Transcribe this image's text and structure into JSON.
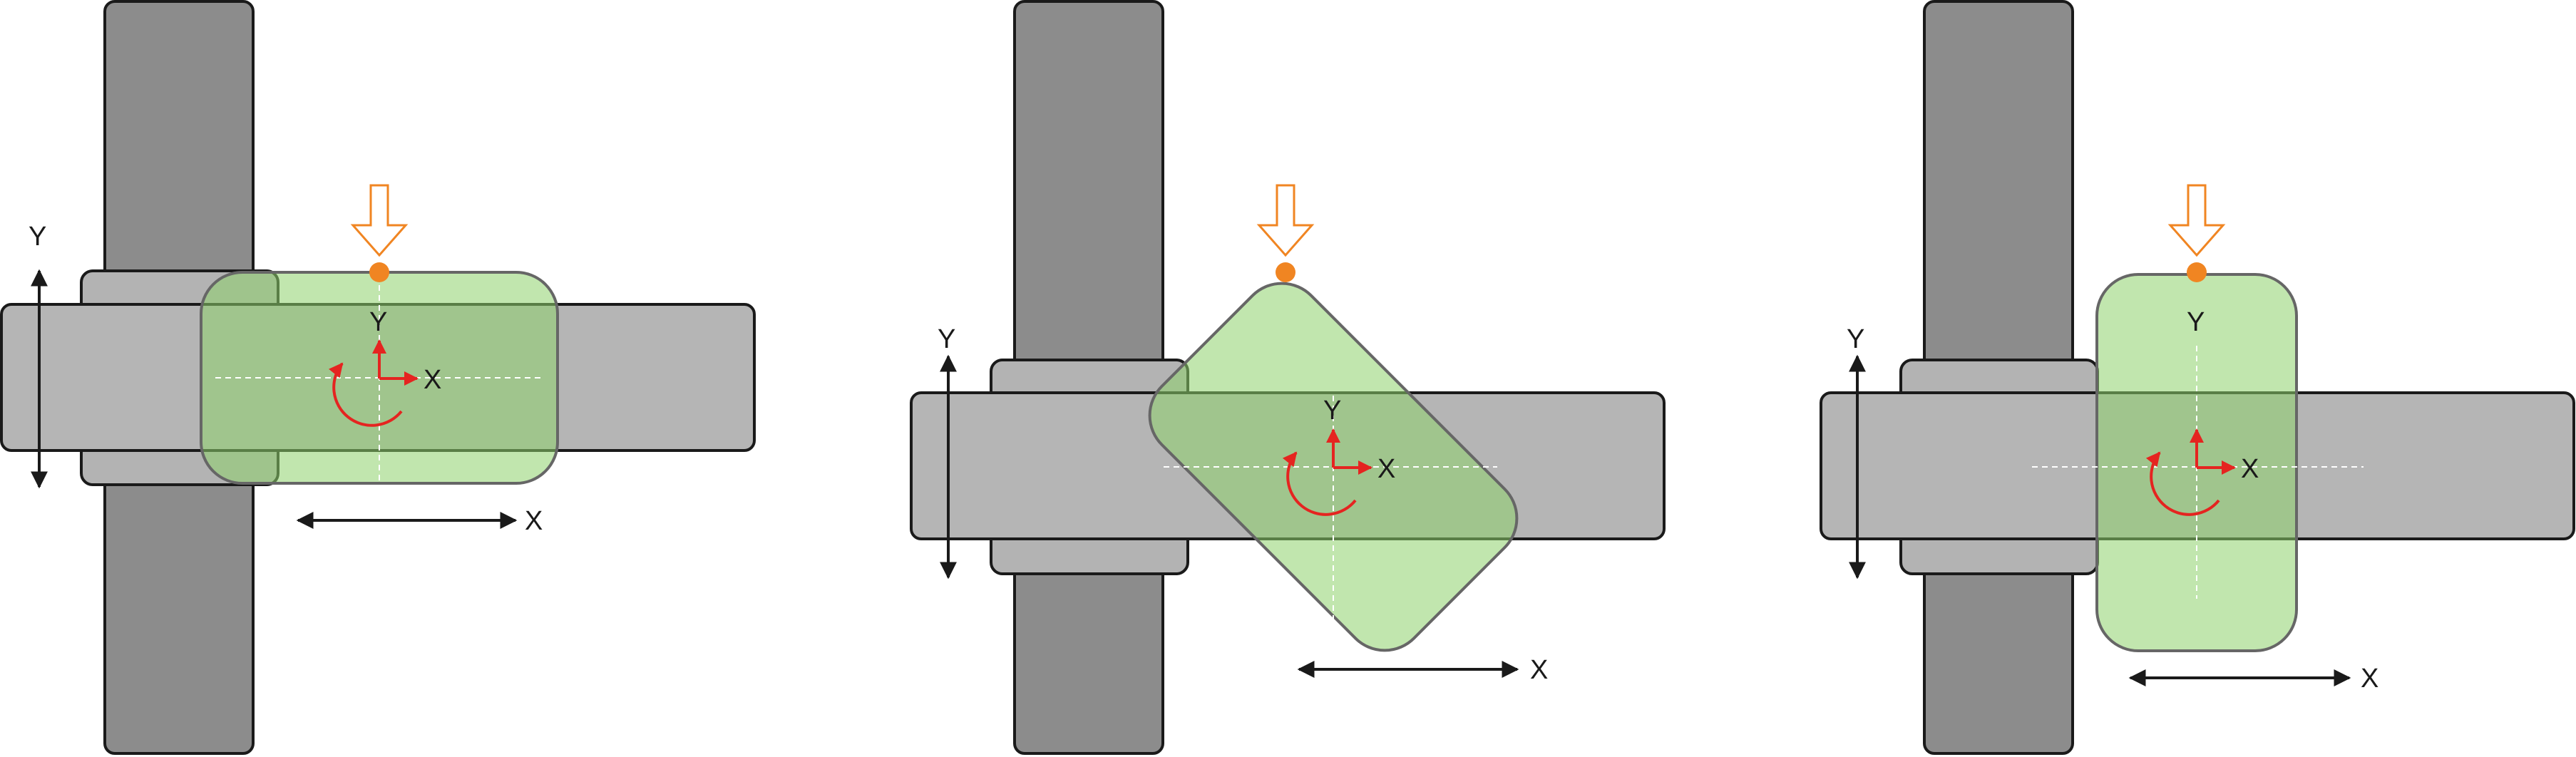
{
  "colors": {
    "post": "#8c8c8c",
    "rail": "#b5b5b5",
    "clamp": "#b3b3b3",
    "outline": "#1a1a1a",
    "plate_fill": "#8ed16b",
    "plate_opacity": 0.55,
    "arrow_orange": "#f08522",
    "axis_red": "#e52420",
    "dim_arrow": "#1a1a1a",
    "centerline": "#ffffff"
  },
  "panels": [
    {
      "id": "panel-1",
      "plate_orientation": "horizontal",
      "plate_rotation_deg": 0,
      "labels": {
        "y_dimension": "Y",
        "x_dimension": "X",
        "local_y": "Y",
        "local_x": "X"
      }
    },
    {
      "id": "panel-2",
      "plate_orientation": "diagonal",
      "plate_rotation_deg": 45,
      "labels": {
        "y_dimension": "Y",
        "x_dimension": "X",
        "local_y": "Y",
        "local_x": "X"
      }
    },
    {
      "id": "panel-3",
      "plate_orientation": "vertical",
      "plate_rotation_deg": 90,
      "labels": {
        "y_dimension": "Y",
        "x_dimension": "X",
        "local_y": "Y",
        "local_x": "X"
      }
    }
  ],
  "icons": {
    "load": "down-arrow-icon",
    "load_point": "orange-dot-icon",
    "rotation": "rotation-arrow-icon",
    "dimension": "double-arrow-icon"
  }
}
